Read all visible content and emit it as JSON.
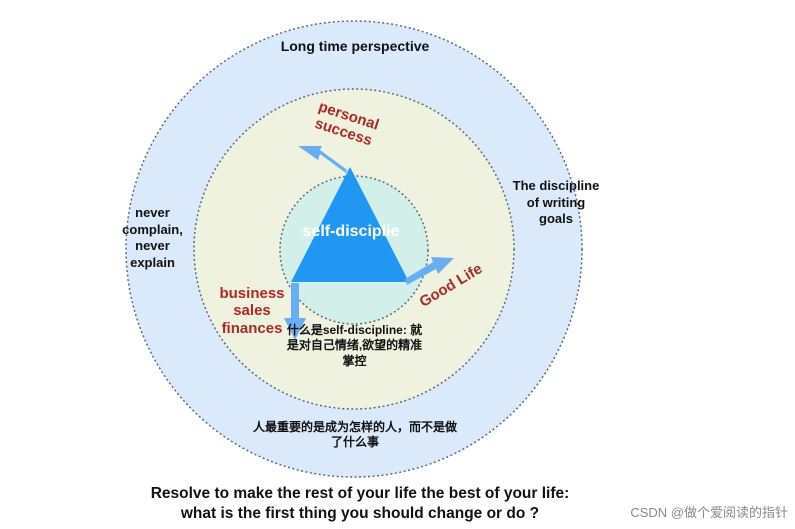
{
  "diagram": {
    "outer_top": "Long time perspective",
    "outer_left": "never complain, never explain",
    "outer_right": "The discipline of writing goals",
    "center": "self-disciplie",
    "arrow_bottom_left": "business sales finances",
    "arrow_top": "personal success",
    "arrow_right": "Good Life",
    "middle_ring_note": "什么是self-discipline: 就是对自己情绪,欲望的精准掌控",
    "outer_bottom_note": "人最重要的是成为怎样的人，而不是做了什么事"
  },
  "footer": {
    "line1": "Resolve to make the rest of your life the best of your life:",
    "line2": "what is the first thing you should change or do ?"
  },
  "watermark": "CSDN @做个爱阅读的指针",
  "colors": {
    "outer_circle": "#dbeafb",
    "middle_circle": "#eef2df",
    "inner_circle": "#d3efe9",
    "triangle": "#2196f3",
    "arrows": "#68aef3",
    "accent_red": "#b02828"
  }
}
